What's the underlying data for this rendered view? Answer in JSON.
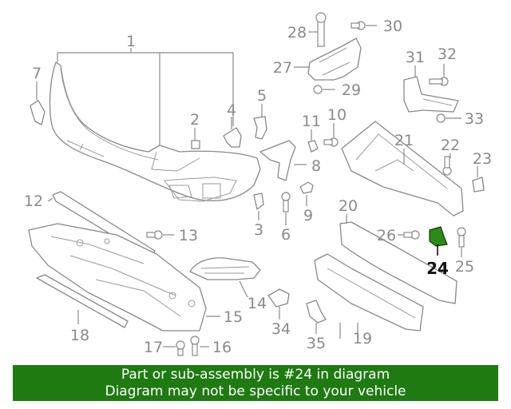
{
  "diagram": {
    "callouts": [
      "1",
      "2",
      "3",
      "4",
      "5",
      "6",
      "7",
      "8",
      "9",
      "10",
      "11",
      "12",
      "13",
      "14",
      "15",
      "16",
      "17",
      "18",
      "19",
      "20",
      "21",
      "22",
      "23",
      "24",
      "25",
      "26",
      "27",
      "28",
      "29",
      "30",
      "31",
      "32",
      "33",
      "34",
      "35"
    ],
    "highlighted_part": "24",
    "highlight_color": "#2d8a1a"
  },
  "banner": {
    "line1": "Part or sub-assembly is #24 in diagram",
    "line2": "Diagram may not be specific to your vehicle",
    "background": "#1f7a12",
    "text_color": "#ffffff"
  }
}
